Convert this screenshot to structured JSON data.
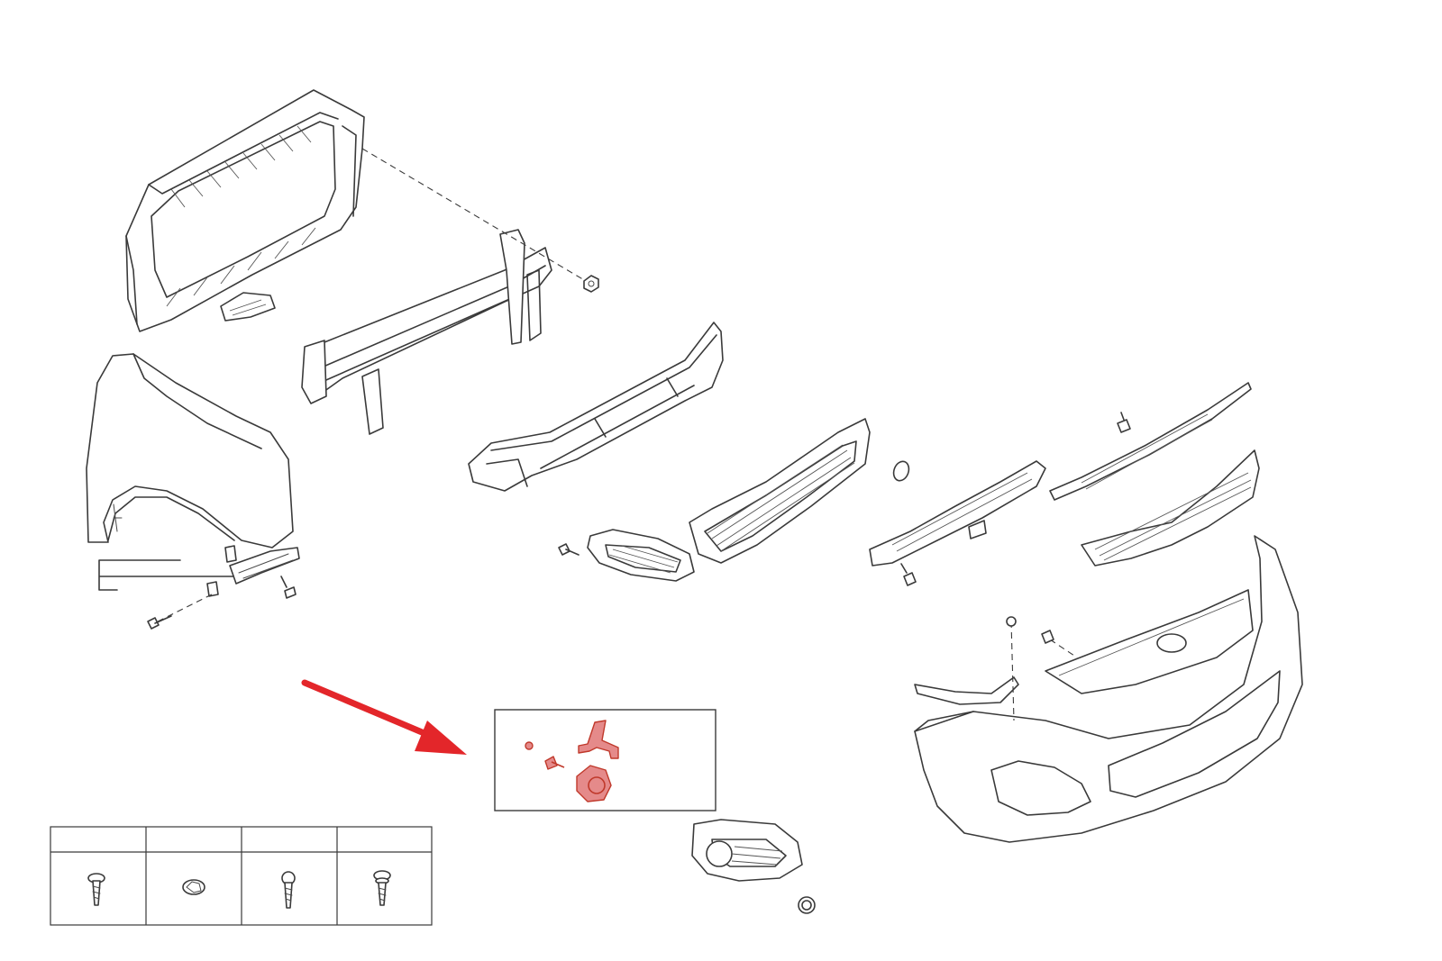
{
  "diagram": {
    "parts": [
      {
        "id": "radiator-support",
        "icon": "radiator-support-frame"
      },
      {
        "id": "bumper-beam",
        "icon": "bumper-reinforcement-beam"
      },
      {
        "id": "energy-absorber",
        "icon": "energy-absorber-foam"
      },
      {
        "id": "fender",
        "icon": "front-fender"
      },
      {
        "id": "lower-grille",
        "icon": "lower-grille"
      },
      {
        "id": "left-fog-bezel",
        "icon": "fog-lamp-bezel"
      },
      {
        "id": "upper-bracket",
        "icon": "upper-bumper-bracket"
      },
      {
        "id": "upper-strip",
        "icon": "hood-seal-strip"
      },
      {
        "id": "upper-grille",
        "icon": "radiator-grille"
      },
      {
        "id": "bumper-cover",
        "icon": "front-bumper-cover"
      },
      {
        "id": "side-bracket",
        "icon": "bumper-side-bracket"
      },
      {
        "id": "fog-lamp-kit",
        "icon": "fog-lamp-bracket-kit",
        "highlight_color": "#e58a8a"
      },
      {
        "id": "right-fog-bezel",
        "icon": "fog-lamp-bezel"
      },
      {
        "id": "grommet",
        "icon": "grommet-ring"
      }
    ],
    "pointer_arrow_color": "#e3262a",
    "fastener_legend": [
      {
        "icon": "flange-screw-icon"
      },
      {
        "icon": "clip-nut-icon"
      },
      {
        "icon": "tapping-screw-icon"
      },
      {
        "icon": "washer-screw-icon"
      }
    ]
  }
}
